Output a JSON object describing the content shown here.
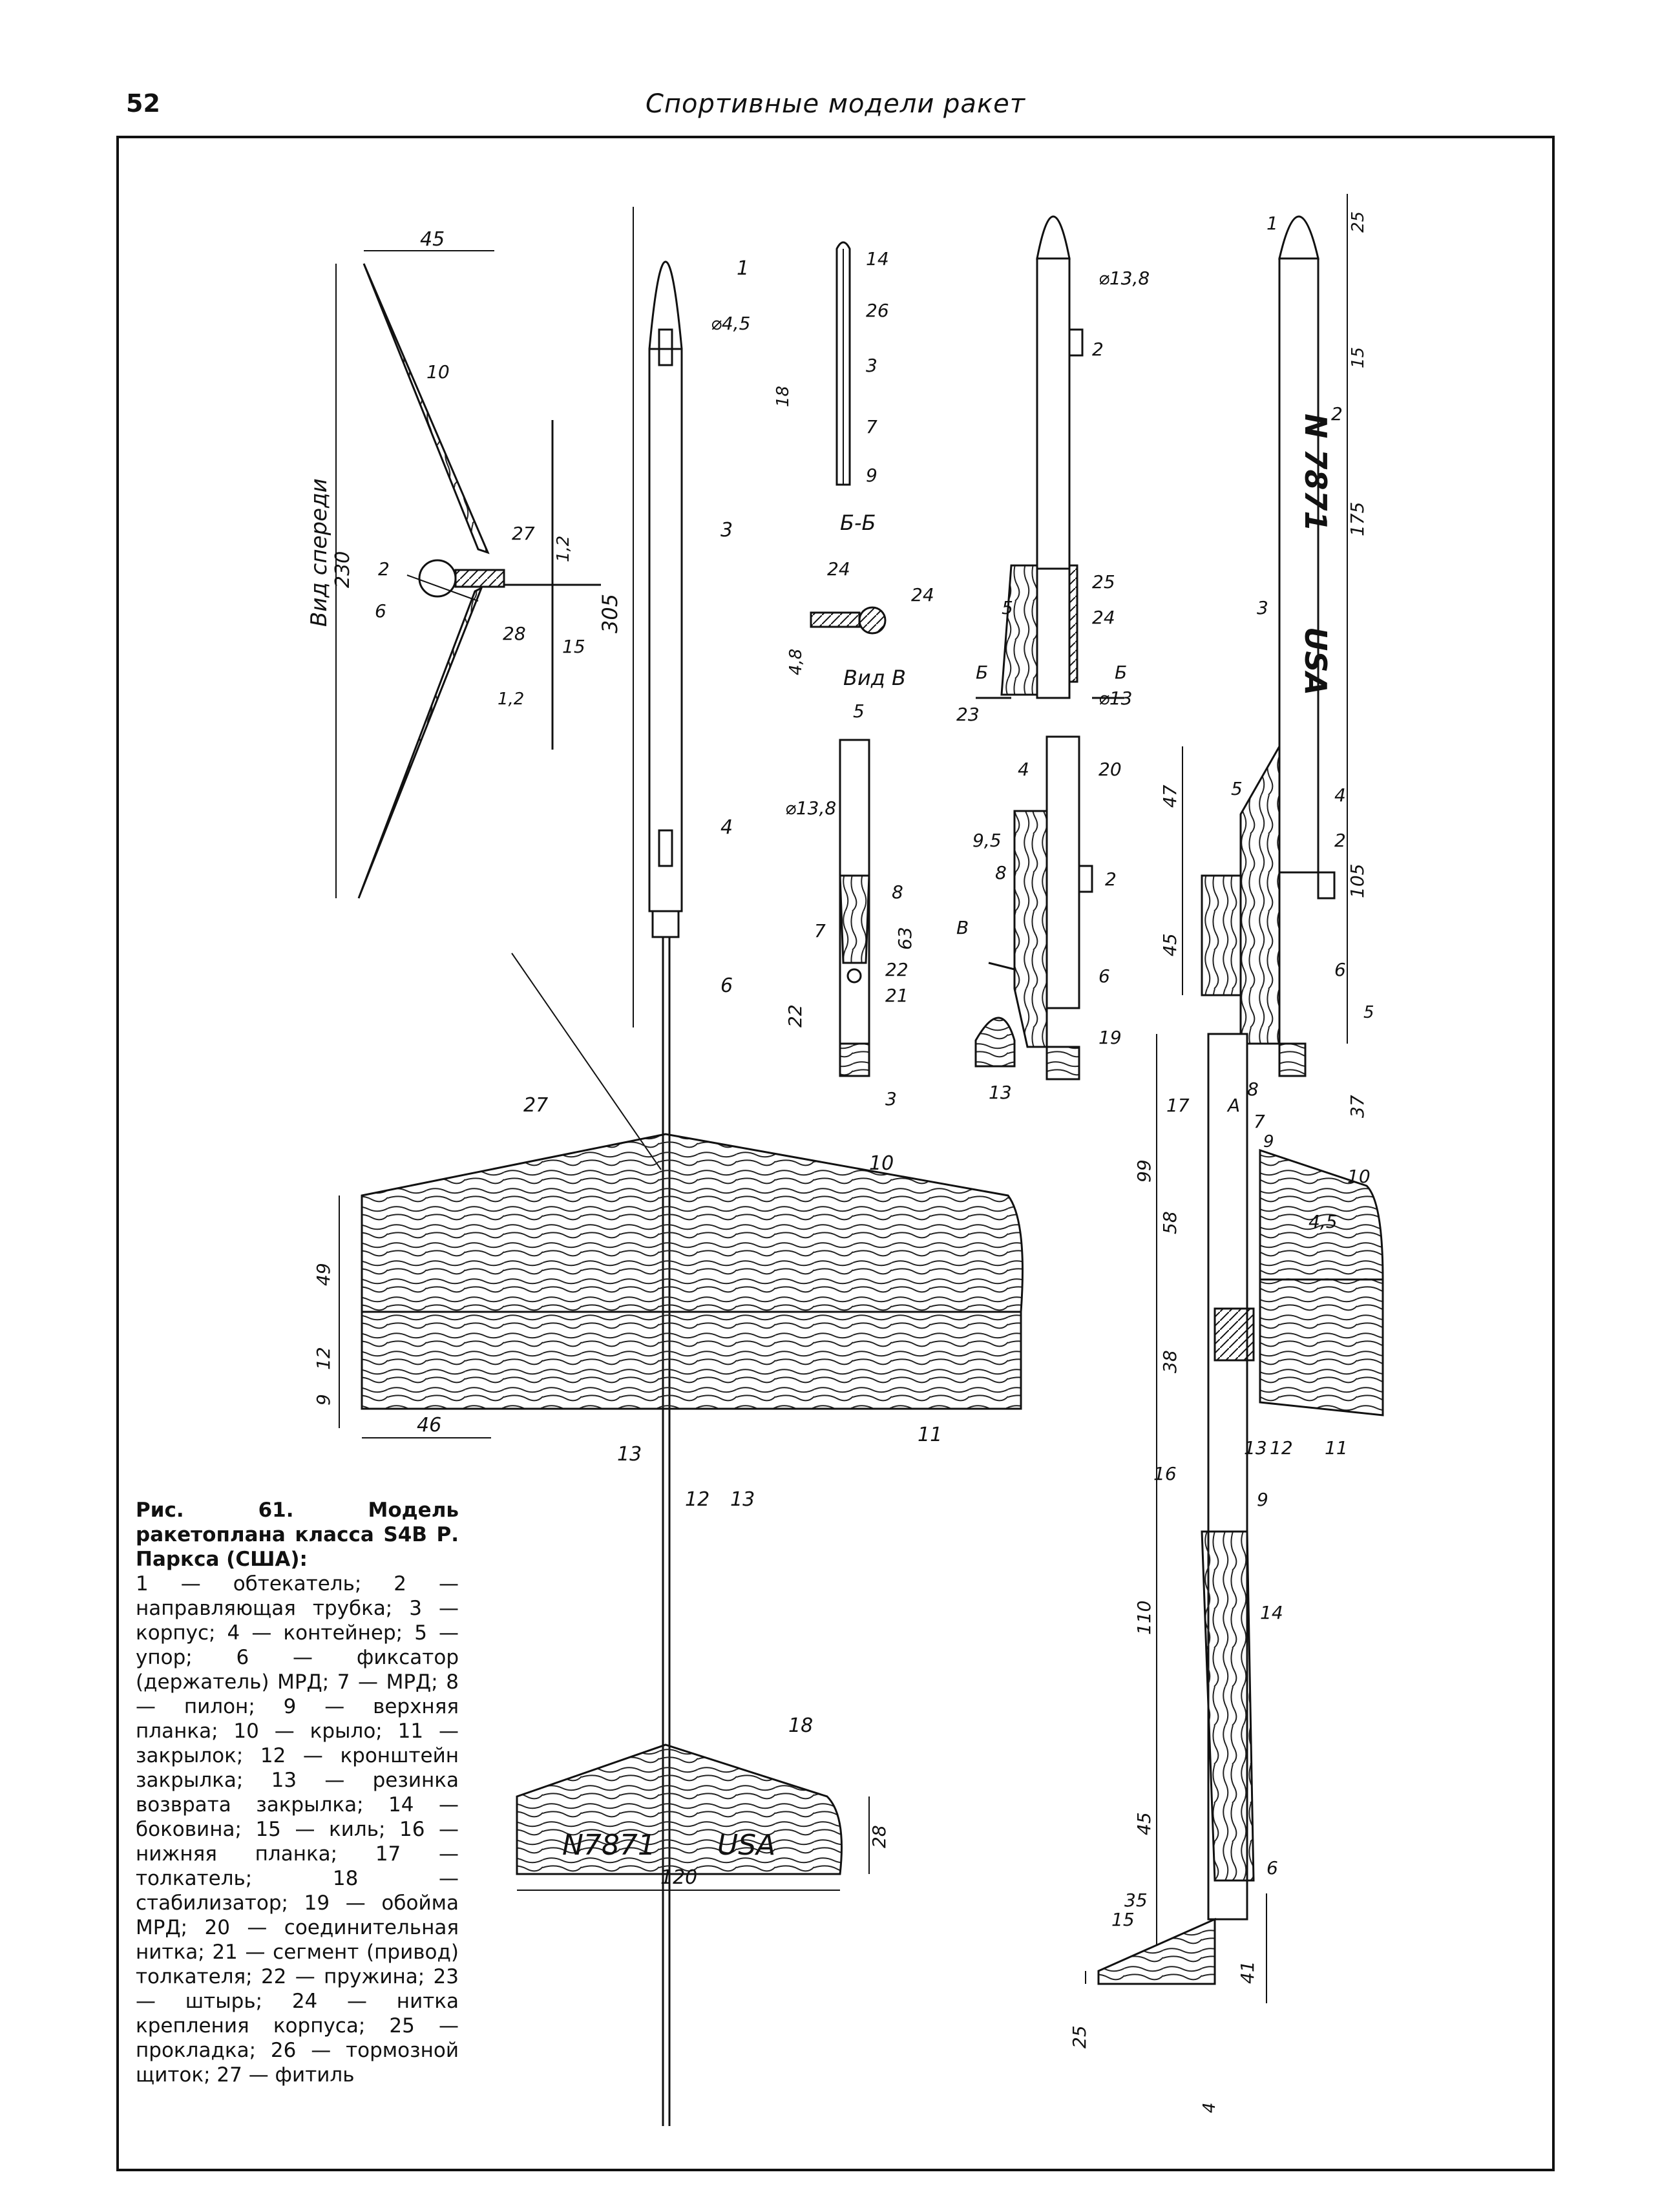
{
  "header": {
    "page_number": "52",
    "running_title": "Спортивные модели ракет"
  },
  "caption": {
    "title": "Рис. 61. Модель ракетоплана класса S4B Р. Паркса (США):",
    "body": "1 — обтекатель; 2 — направляющая трубка; 3 — корпус; 4 — контейнер; 5 — упор; 6 — фиксатор (держатель) МРД; 7 — МРД; 8 — пилон; 9 — верхняя планка; 10 — крыло; 11 — закрылок; 12 — кронштейн закрылка; 13 — резинка возврата закрылка; 14 — боковина; 15 — киль; 16 — нижняя планка; 17 — толкатель; 18 — стабилизатор; 19 — обойма МРД; 20 — соединительная нитка; 21 — сегмент (привод) толкателя; 22 — пружина; 23 — штырь; 24 — нитка крепления корпуса; 25 — прокладка; 26 — тормозной щиток; 27 — фитиль"
  },
  "front_view": {
    "title": "Вид спереди",
    "dims": [
      "45",
      "230",
      "1,2",
      "1,2"
    ],
    "labels": [
      "10",
      "2",
      "6",
      "27",
      "28",
      "15"
    ]
  },
  "main_view": {
    "dims": [
      "305",
      "⌀4,5",
      "49",
      "12",
      "9",
      "46",
      "120",
      "28"
    ],
    "labels": [
      "1",
      "3",
      "4",
      "6",
      "27",
      "10",
      "11",
      "13",
      "12",
      "13",
      "18"
    ],
    "markings": [
      "N7871",
      "USA"
    ]
  },
  "detail_brake": {
    "dims": [
      "18"
    ],
    "labels": [
      "14",
      "26",
      "3",
      "7",
      "9"
    ]
  },
  "section_bb": {
    "title": "Б-Б",
    "dims": [
      "24",
      "4,8"
    ],
    "labels": [
      "24"
    ]
  },
  "view_v": {
    "title": "Вид В",
    "dims": [
      "5",
      "⌀13,8",
      "7",
      "63",
      "22",
      "3"
    ],
    "labels": [
      "8",
      "22",
      "21"
    ]
  },
  "side_detail": {
    "dims": [
      "⌀13,8",
      "⌀13",
      "9,5",
      "13"
    ],
    "labels": [
      "2",
      "25",
      "24",
      "5",
      "Б",
      "Б",
      "23",
      "4",
      "20",
      "8",
      "2",
      "В",
      "6",
      "19"
    ]
  },
  "side_view": {
    "dims": [
      "25",
      "15",
      "175",
      "47",
      "105",
      "45",
      "5",
      "37",
      "99",
      "58",
      "4,5",
      "38",
      "110",
      "45",
      "35",
      "41",
      "25",
      "4"
    ],
    "labels": [
      "1",
      "2",
      "2",
      "3",
      "5",
      "4",
      "6",
      "8",
      "7",
      "А",
      "9",
      "17",
      "10",
      "13",
      "12",
      "11",
      "16",
      "9",
      "14",
      "6",
      "15"
    ],
    "markings": [
      "N 7871",
      "USA"
    ]
  }
}
